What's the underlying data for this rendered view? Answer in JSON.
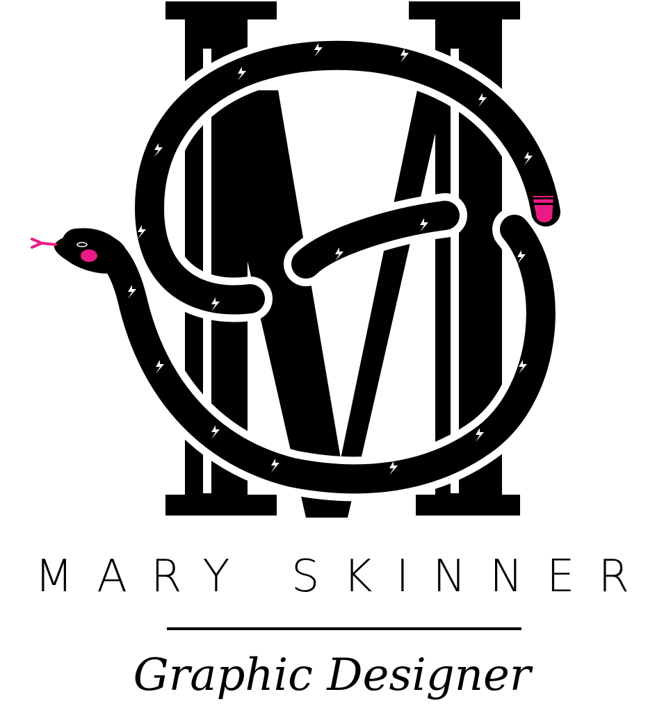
{
  "logo": {
    "monogram_letters": "MS",
    "name": "MARY SKINNER",
    "tagline": "Graphic Designer"
  },
  "colors": {
    "ink": "#000000",
    "accent": "#ec1a84",
    "background": "#ffffff"
  }
}
